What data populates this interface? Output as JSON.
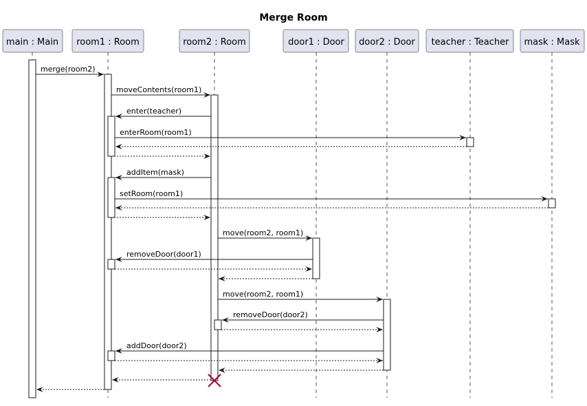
{
  "diagram": {
    "title": "Merge Room",
    "colors": {
      "participant_fill": "#E2E2F0",
      "line": "#181818",
      "destroy": "#A80036"
    },
    "participants": [
      {
        "id": "main",
        "label": "main : Main"
      },
      {
        "id": "room1",
        "label": "room1 : Room"
      },
      {
        "id": "room2",
        "label": "room2 : Room"
      },
      {
        "id": "door1",
        "label": "door1 : Door"
      },
      {
        "id": "door2",
        "label": "door2 : Door"
      },
      {
        "id": "teacher",
        "label": "teacher : Teacher"
      },
      {
        "id": "mask",
        "label": "mask : Mask"
      }
    ],
    "messages": [
      {
        "from": "main",
        "to": "room1",
        "label": "merge(room2)",
        "kind": "call"
      },
      {
        "from": "room1",
        "to": "room2",
        "label": "moveContents(room1)",
        "kind": "call"
      },
      {
        "from": "room2",
        "to": "room1",
        "label": "enter(teacher)",
        "kind": "call"
      },
      {
        "from": "room1",
        "to": "teacher",
        "label": "enterRoom(room1)",
        "kind": "call"
      },
      {
        "from": "teacher",
        "to": "room1",
        "label": "",
        "kind": "return"
      },
      {
        "from": "room1",
        "to": "room2",
        "label": "",
        "kind": "return"
      },
      {
        "from": "room2",
        "to": "room1",
        "label": "addItem(mask)",
        "kind": "call"
      },
      {
        "from": "room1",
        "to": "mask",
        "label": "setRoom(room1)",
        "kind": "call"
      },
      {
        "from": "mask",
        "to": "room1",
        "label": "",
        "kind": "return"
      },
      {
        "from": "room1",
        "to": "room2",
        "label": "",
        "kind": "return"
      },
      {
        "from": "room2",
        "to": "door1",
        "label": "move(room2, room1)",
        "kind": "call"
      },
      {
        "from": "door1",
        "to": "room1",
        "label": "removeDoor(door1)",
        "kind": "call"
      },
      {
        "from": "room1",
        "to": "door1",
        "label": "",
        "kind": "return"
      },
      {
        "from": "door1",
        "to": "room2",
        "label": "",
        "kind": "return"
      },
      {
        "from": "room2",
        "to": "door2",
        "label": "move(room2, room1)",
        "kind": "call"
      },
      {
        "from": "door2",
        "to": "room2",
        "label": "removeDoor(door2)",
        "kind": "call"
      },
      {
        "from": "room2",
        "to": "door2",
        "label": "",
        "kind": "return"
      },
      {
        "from": "door2",
        "to": "room1",
        "label": "addDoor(door2)",
        "kind": "call"
      },
      {
        "from": "room1",
        "to": "door2",
        "label": "",
        "kind": "return"
      },
      {
        "from": "door2",
        "to": "room2",
        "label": "",
        "kind": "return"
      },
      {
        "from": "room2",
        "to": "room1",
        "label": "",
        "kind": "return"
      },
      {
        "from": "room1",
        "to": "main",
        "label": "",
        "kind": "return"
      }
    ],
    "destroyed": "room2"
  }
}
